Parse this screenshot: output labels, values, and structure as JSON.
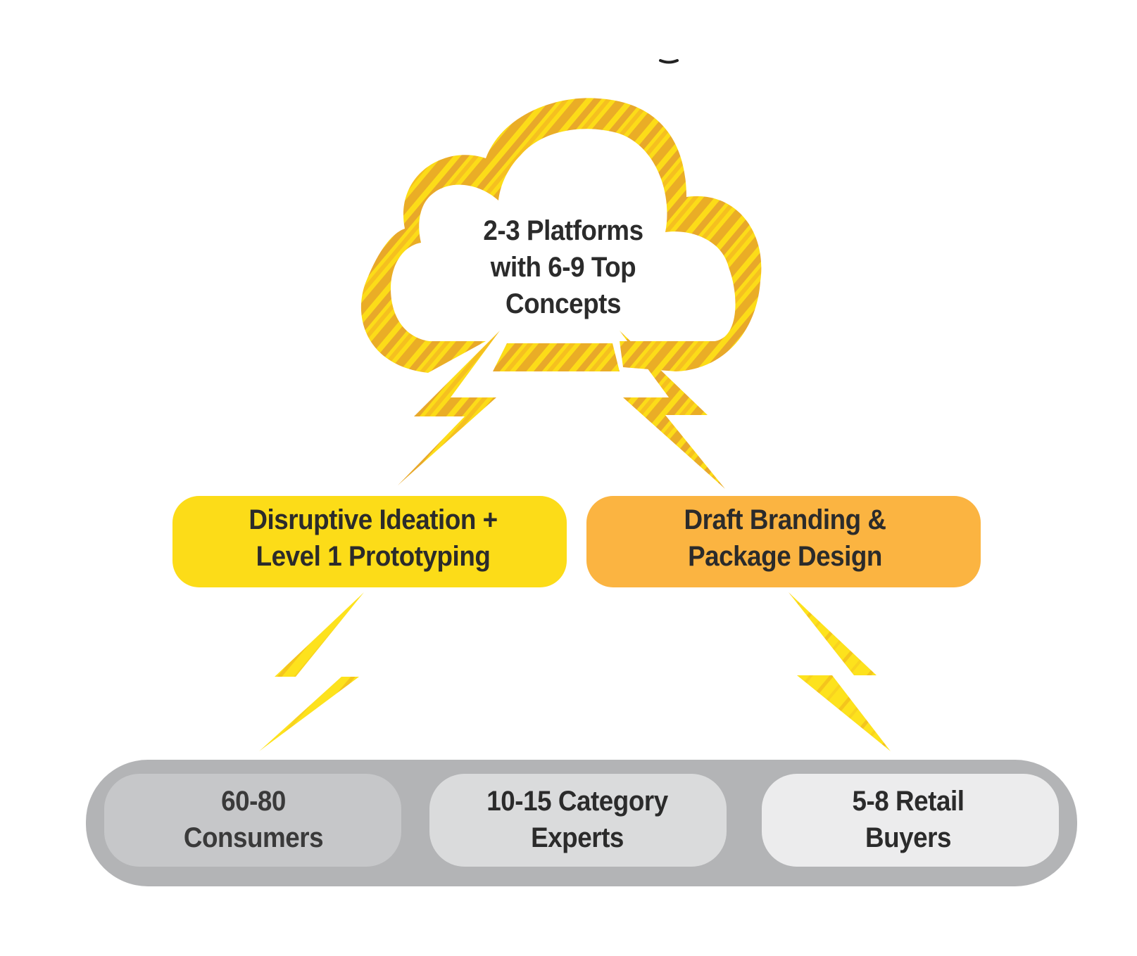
{
  "cloud": {
    "line1": "2-3 Platforms",
    "line2": "with 6-9 Top",
    "line3": "Concepts"
  },
  "stages": [
    {
      "line1": "Disruptive Ideation +",
      "line2": "Level 1 Prototyping"
    },
    {
      "line1": "Draft Branding &",
      "line2": "Package Design"
    }
  ],
  "audiences": [
    {
      "line1": "60-80",
      "line2": "Consumers"
    },
    {
      "line1": "10-15 Category",
      "line2": "Experts"
    },
    {
      "line1": "5-8 Retail",
      "line2": "Buyers"
    }
  ],
  "colors": {
    "yellow": "#fcdc18",
    "gold": "#e7a727",
    "orange": "#fbb441",
    "outer_bar": "#b3b4b6",
    "aud_1": "#c6c7c9",
    "aud_2": "#dadbdc",
    "aud_3": "#ececed",
    "text": "#2b2b2b"
  }
}
